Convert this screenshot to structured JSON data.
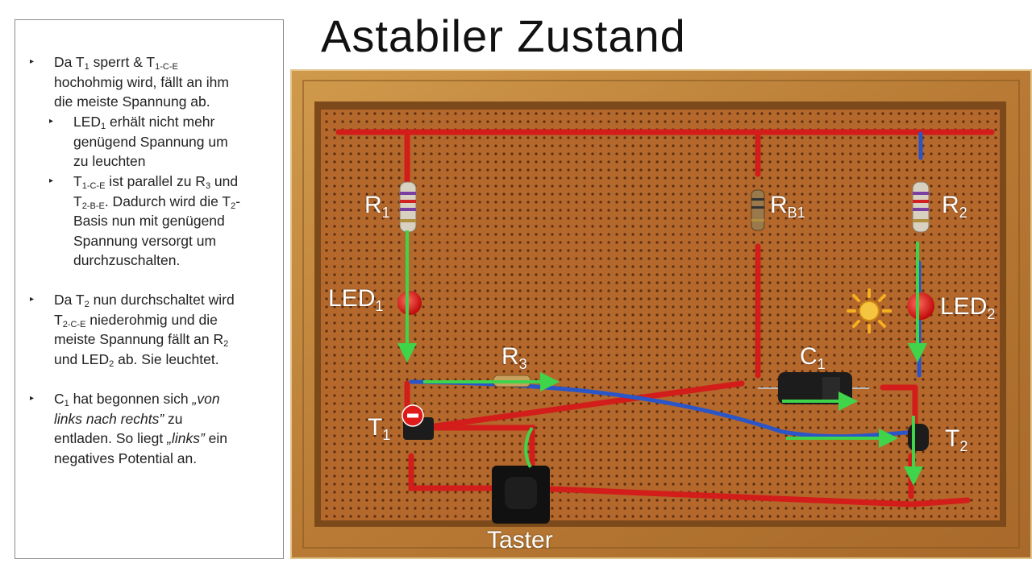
{
  "slide": {
    "title": "Astabiler Zustand"
  },
  "notes": {
    "b1": {
      "pre": "Da T",
      "s1": "1",
      "mid": " sperrt & T",
      "s2": "1-C-E",
      "l2": "hochohmig wird, fällt an ihm",
      "l3": "die meiste Spannung ab."
    },
    "b1a": {
      "pre": "LED",
      "s1": "1",
      "post": " erhält nicht mehr",
      "l2": "genügend Spannung um",
      "l3": "zu leuchten"
    },
    "b1b": {
      "pre": "T",
      "s1": "1-C-E",
      "post": " ist parallel zu R",
      "s2": "3",
      "post2": " und",
      "l2pre": "T",
      "l2s": "2-B-E",
      "l2post": ". Dadurch wird die T",
      "l2s2": "2",
      "l2end": "-",
      "l3": "Basis nun mit genügend",
      "l4": "Spannung versorgt um",
      "l5": "durchzuschalten."
    },
    "b2": {
      "pre": "Da T",
      "s1": "2",
      "post": " nun durchschaltet wird",
      "l2pre": "T",
      "l2s": "2-C-E",
      "l2post": " niederohmig und die",
      "l3pre": "meiste Spannung fällt an R",
      "l3s": "2",
      "l4pre": "und LED",
      "l4s": "2",
      "l4post": " ab. Sie leuchtet."
    },
    "b3": {
      "pre": "C",
      "s1": "1",
      "post": " hat begonnen sich ",
      "i1": "„von",
      "l2i": "links nach rechts”",
      "l2post": " zu",
      "l3pre": "entladen. So liegt ",
      "l3i": "„links”",
      "l3post": " ein",
      "l4": "negatives Potential an."
    }
  },
  "photo_labels": {
    "R1": {
      "main": "R",
      "sub": "1"
    },
    "RB1": {
      "main": "R",
      "sub": "B1"
    },
    "R2": {
      "main": "R",
      "sub": "2"
    },
    "LED1": {
      "main": "LED",
      "sub": "1"
    },
    "LED2": {
      "main": "LED",
      "sub": "2"
    },
    "R3": {
      "main": "R",
      "sub": "3"
    },
    "C1": {
      "main": "C",
      "sub": "1"
    },
    "T1": {
      "main": "T",
      "sub": "1"
    },
    "T2": {
      "main": "T",
      "sub": "2"
    },
    "Taster": "Taster"
  },
  "colors": {
    "frame": "#c98d3e",
    "board": "#b56a2c",
    "arrow": "#3fd44a",
    "wire_red": "#d21d1a",
    "wire_blue": "#2a56c8"
  }
}
